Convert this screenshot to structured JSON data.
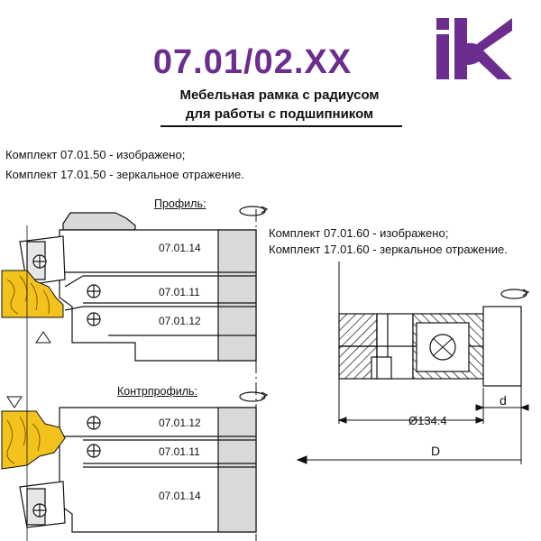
{
  "header": {
    "code": "07.01/02.XX",
    "subtitle_line1": "Мебельная рамка с радиусом",
    "subtitle_line2": "для работы с подшипником"
  },
  "kits": {
    "kit_a_shown": "Комплект  07.01.50 - изображено;",
    "kit_a_mirror": "Комплект  17.01.50 - зеркальное отражение.",
    "kit_b_shown": "Комплект  07.01.60 - изображено;",
    "kit_b_mirror": "Комплект  17.01.60 - зеркальное отражение."
  },
  "profile": {
    "label": "Профиль:",
    "parts": [
      "07.01.14",
      "07.01.11",
      "07.01.12"
    ]
  },
  "counterprofile": {
    "label": "Контрпрофиль:",
    "parts": [
      "07.01.12",
      "07.01.11",
      "07.01.14"
    ]
  },
  "dimensions": {
    "bearing_diameter": "Ø134.4",
    "d_label": "d",
    "D_label": "D"
  },
  "colors": {
    "brand": "#6b2d8e",
    "wood": "#f3c21c"
  }
}
